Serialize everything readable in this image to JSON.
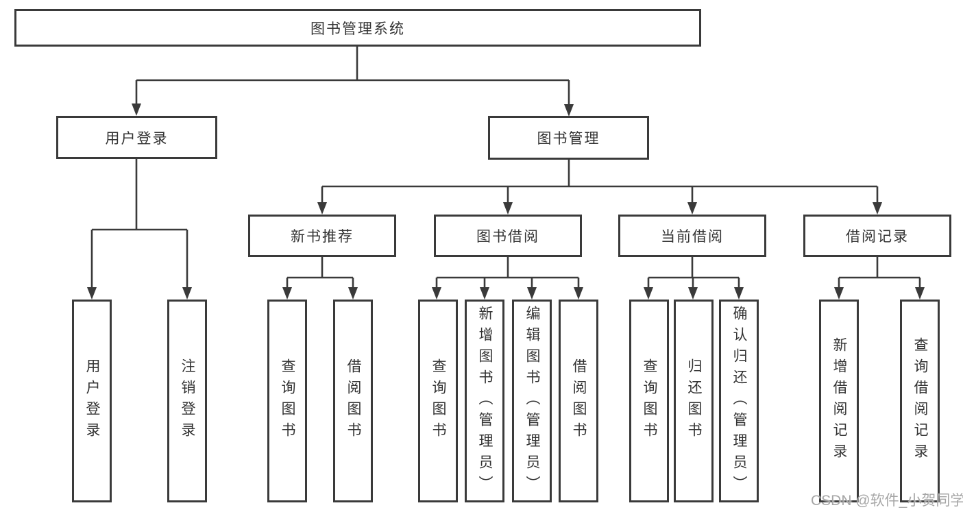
{
  "nodes": {
    "root": "图书管理系统",
    "user_login": "用户登录",
    "book_mgmt": "图书管理",
    "new_book": "新书推荐",
    "book_borrow": "图书借阅",
    "current_borrow": "当前借阅",
    "borrow_record": "借阅记录",
    "leaves": {
      "user": [
        "用户登录",
        "注销登录"
      ],
      "new_book": [
        "查询图书",
        "借阅图书"
      ],
      "borrow": [
        "查询图书",
        "新增图书（管理员）",
        "编辑图书（管理员）",
        "借阅图书"
      ],
      "current": [
        "查询图书",
        "归还图书",
        "确认归还（管理员）"
      ],
      "record": [
        "新增借阅记录",
        "查询借阅记录"
      ]
    }
  },
  "watermark": "CSDN @软件_小贺同学",
  "colors": {
    "line": "#3a3a3a",
    "text": "#333333",
    "background": "#ffffff",
    "watermark": "#a6a6a6"
  }
}
